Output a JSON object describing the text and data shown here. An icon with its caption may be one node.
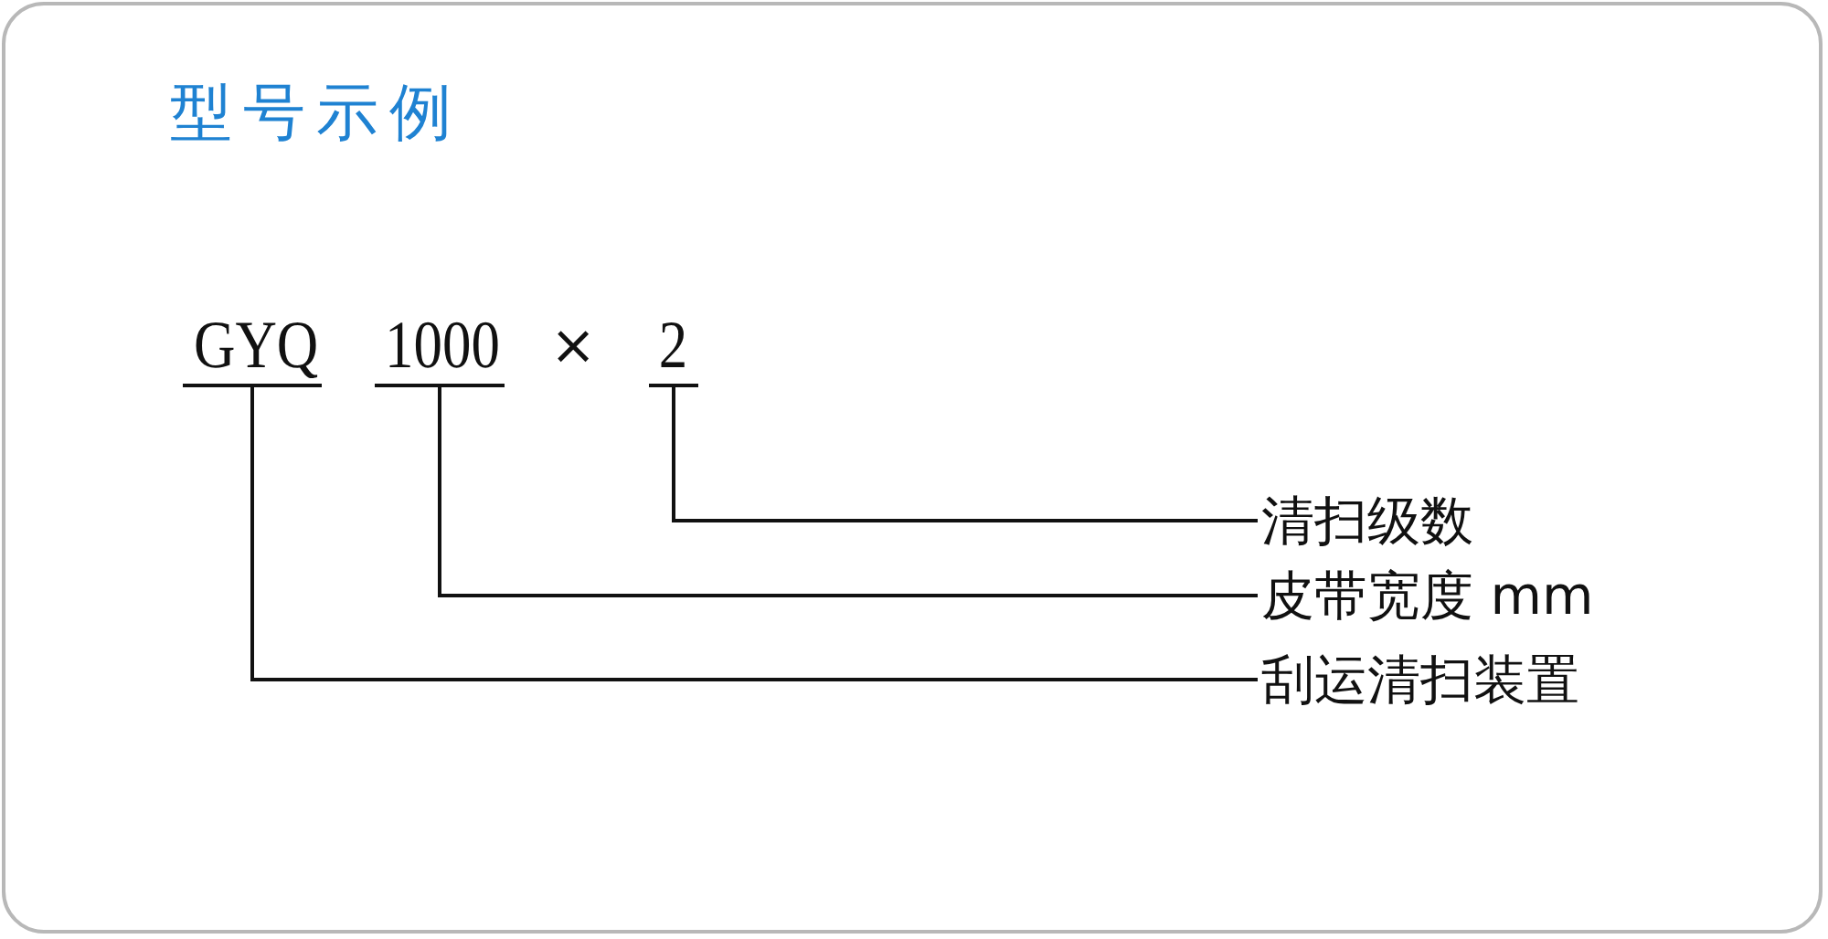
{
  "diagram": {
    "title": "型号示例",
    "nodes": [
      {
        "text": [
          "GYQ"
        ]
      },
      {
        "text": [
          "1000"
        ]
      },
      {
        "text": [
          "2"
        ]
      },
      {
        "text": [
          "清扫级数"
        ]
      },
      {
        "text": [
          "皮带宽度 mm"
        ]
      },
      {
        "text": [
          "刮运清扫装置"
        ]
      }
    ],
    "edges": [
      {
        "from": 3,
        "to": 2,
        "arrow": "none"
      },
      {
        "from": 4,
        "to": 1,
        "arrow": "none"
      },
      {
        "from": 5,
        "to": 0,
        "arrow": "none"
      }
    ],
    "labels": [
      "×"
    ]
  }
}
